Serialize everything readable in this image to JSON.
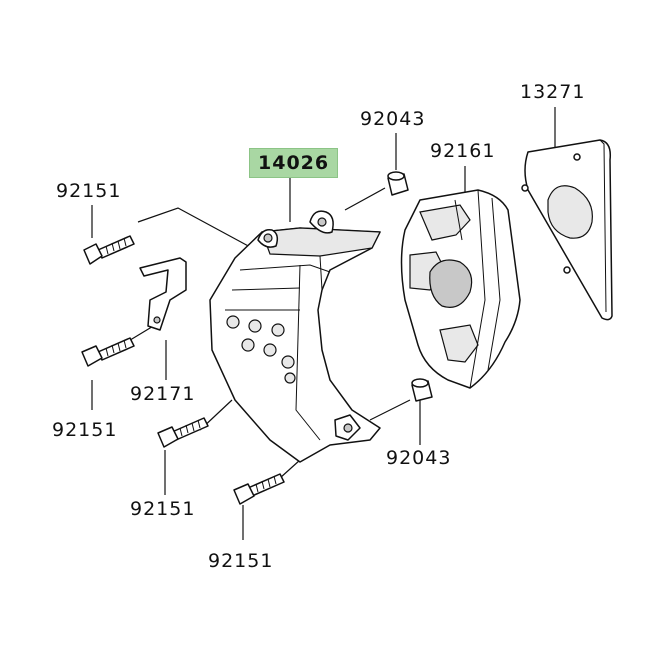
{
  "highlight_color": "#a9d7a3",
  "callouts": {
    "main_part": "14026",
    "bolt_top_left": "92151",
    "collar_top": "92043",
    "rubber_cover": "92161",
    "gasket_plate": "13271",
    "bracket": "92171",
    "bolt_mid_left": "92151",
    "collar_bottom": "92043",
    "bolt_low_center": "92151",
    "bolt_bottom": "92151"
  }
}
